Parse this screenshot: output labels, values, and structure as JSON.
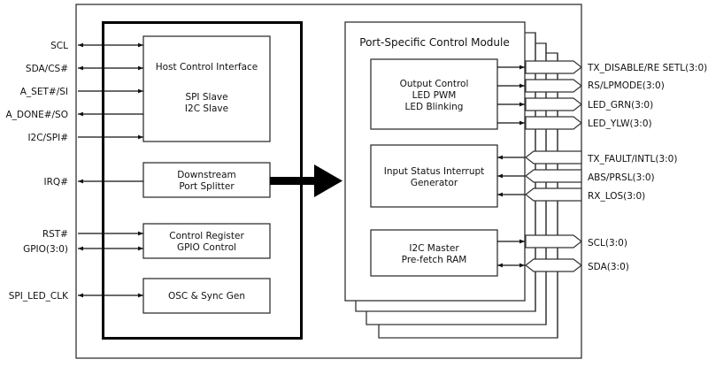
{
  "diagram": {
    "host_side": {
      "signals": [
        {
          "label": "SCL",
          "direction": "bidirectional"
        },
        {
          "label": "SDA/CS#",
          "direction": "bidirectional"
        },
        {
          "label": "A_SET#/SI",
          "direction": "input"
        },
        {
          "label": "A_DONE#/SO",
          "direction": "output"
        },
        {
          "label": "I2C/SPI#",
          "direction": "input"
        },
        {
          "label": "IRQ#",
          "direction": "output"
        },
        {
          "label": "RST#",
          "direction": "input"
        },
        {
          "label": "GPIO(3:0)",
          "direction": "bidirectional"
        },
        {
          "label": "SPI_LED_CLK",
          "direction": "bidirectional"
        }
      ],
      "blocks": {
        "host_control": {
          "title": "Host Control Interface",
          "line1": "SPI Slave",
          "line2": "I2C Slave"
        },
        "downstream": {
          "line1": "Downstream",
          "line2": "Port Splitter"
        },
        "control_register": {
          "line1": "Control Register",
          "line2": "GPIO Control"
        },
        "osc": {
          "line1": "OSC & Sync Gen"
        }
      }
    },
    "port_module": {
      "title": "Port-Specific Control Module",
      "stack_count": 4,
      "blocks": {
        "output_control": {
          "line1": "Output Control",
          "line2": "LED PWM",
          "line3": "LED Blinking"
        },
        "input_status": {
          "line1": "Input Status Interrupt",
          "line2": "Generator"
        },
        "i2c_master": {
          "line1": "I2C Master",
          "line2": "Pre-fetch RAM"
        }
      },
      "buses": [
        {
          "label": "TX_DISABLE/RE SETL(3:0)",
          "direction": "output"
        },
        {
          "label": "RS/LPMODE(3:0)",
          "direction": "output"
        },
        {
          "label": "LED_GRN(3:0)",
          "direction": "output"
        },
        {
          "label": "LED_YLW(3:0)",
          "direction": "output"
        },
        {
          "label": "TX_FAULT/INTL(3:0)",
          "direction": "input"
        },
        {
          "label": "ABS/PRSL(3:0)",
          "direction": "input"
        },
        {
          "label": "RX_LOS(3:0)",
          "direction": "input"
        },
        {
          "label": "SCL(3:0)",
          "direction": "output"
        },
        {
          "label": "SDA(3:0)",
          "direction": "bidirectional"
        }
      ]
    }
  }
}
